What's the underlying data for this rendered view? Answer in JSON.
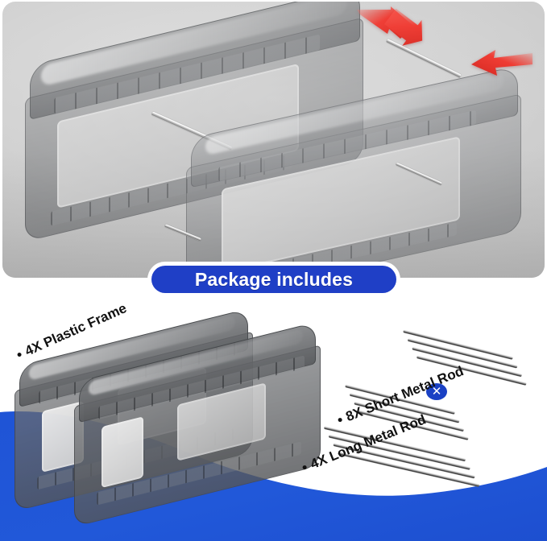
{
  "page": {
    "kind": "product-infographic",
    "background_color": "#ffffff"
  },
  "top_panel": {
    "name": "assembly-illustration",
    "background_color": "#cfcfcf",
    "frames": [
      {
        "label": "plastic-frame-upper-left"
      },
      {
        "label": "plastic-frame-lower-right"
      }
    ],
    "arrows": [
      {
        "name": "red-arrow-down-right",
        "color": "#e8231f"
      },
      {
        "name": "red-arrow-left",
        "color": "#e8231f"
      }
    ],
    "rods_shown": 4
  },
  "badge": {
    "text": "Package includes",
    "fill_color": "#1f3fc6",
    "text_color": "#ffffff",
    "outline_color": "#ffffff"
  },
  "bottom_panel": {
    "background_color": "#ffffff",
    "wave_color": "#2158d9",
    "items": [
      {
        "id": "plastic-frame",
        "label": "4X Plastic Frame",
        "quantity": "4X",
        "name": "Plastic Frame",
        "bullet": "•"
      },
      {
        "id": "short-metal-rod",
        "label": "8X Short Metal Rod",
        "quantity": "8X",
        "name": "Short Metal Rod",
        "bullet": "•"
      },
      {
        "id": "long-metal-rod",
        "label": "4X Long Metal Rod",
        "quantity": "4X",
        "name": "Long Metal Rod",
        "bullet": "•"
      }
    ],
    "multiply_badge": {
      "glyph": "✕",
      "fill_color": "#1a41c4",
      "glyph_color": "#ffffff"
    }
  }
}
